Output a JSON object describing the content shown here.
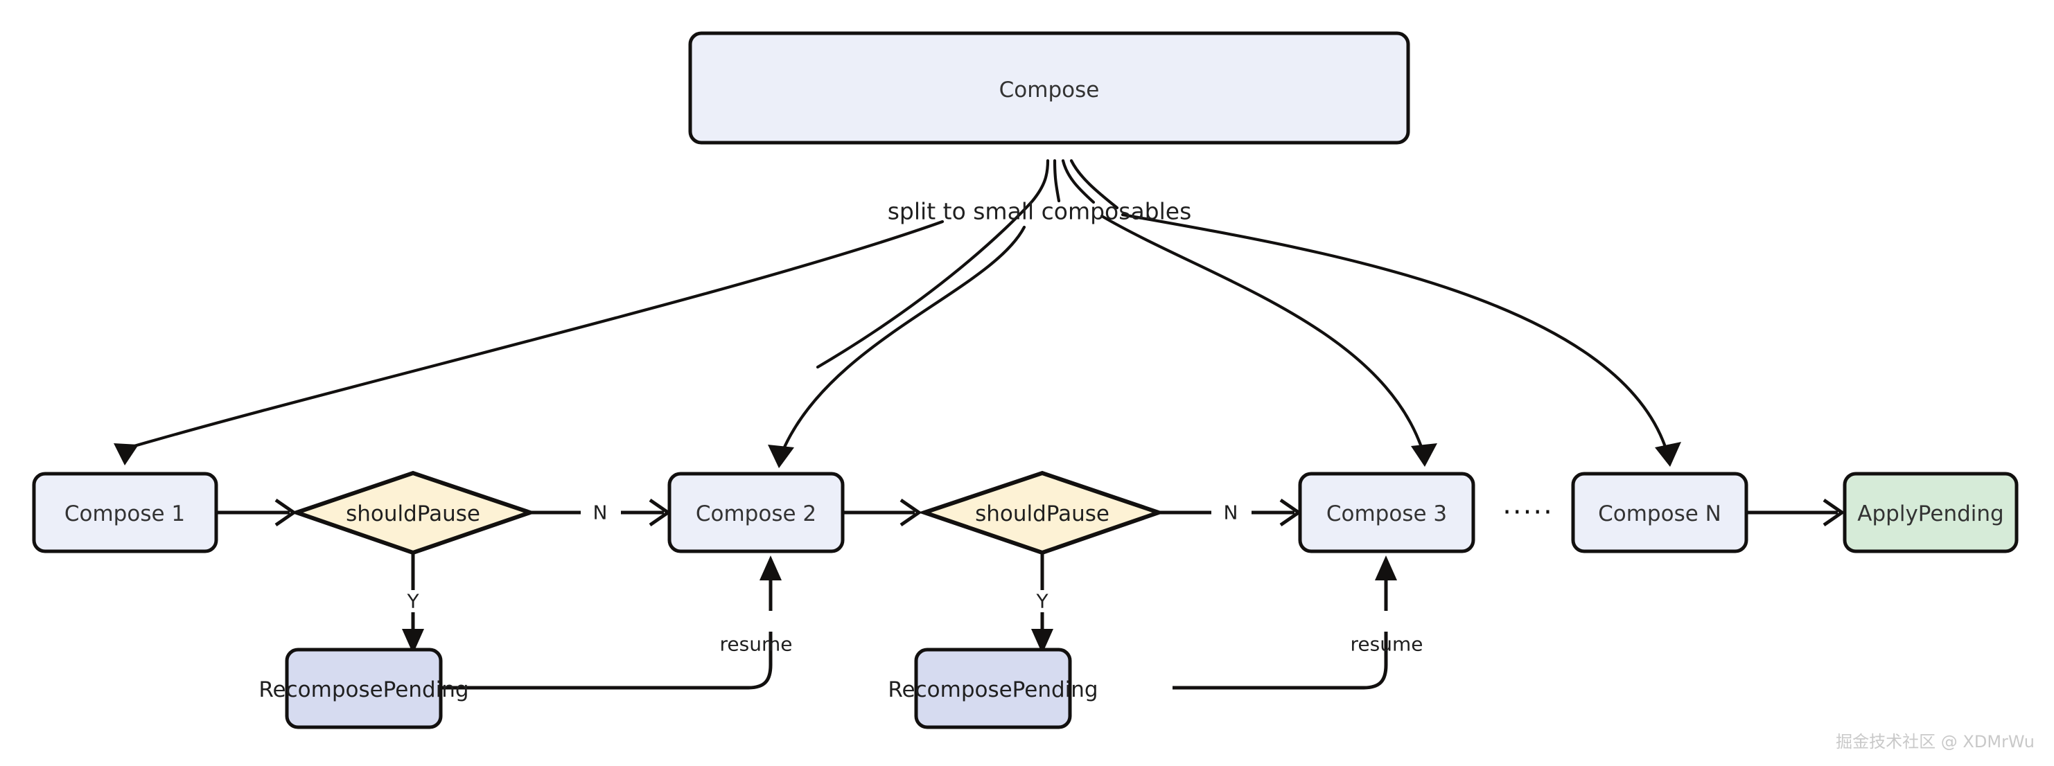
{
  "diagram": {
    "title": "Compose recomposition pause/resume flow",
    "colors": {
      "node_blue_fill": "#eceff9",
      "node_blue_stroke": "#12100f",
      "decision_fill": "#fdf2d5",
      "decision_stroke": "#12100f",
      "pending_fill": "#d6dbf0",
      "pending_stroke": "#12100f",
      "apply_fill": "#d6ebd8",
      "apply_stroke": "#12100f",
      "edge_color": "#12100f",
      "text_color": "#333333",
      "watermark_color": "#c9c9c9",
      "background": "#ffffff"
    },
    "root": {
      "label": "Compose"
    },
    "split_label": "split to small composables",
    "nodes": {
      "compose_1": "Compose 1",
      "compose_2": "Compose 2",
      "compose_3": "Compose 3",
      "compose_n": "Compose N",
      "apply_pending": "ApplyPending",
      "decision_1": "shouldPause",
      "decision_2": "shouldPause",
      "recompose_pending_1": "RecomposePending",
      "recompose_pending_2": "RecomposePending",
      "ellipsis": "·····"
    },
    "edge_labels": {
      "no_1": "N",
      "no_2": "N",
      "yes_1": "Y",
      "yes_2": "Y",
      "resume_1": "resume",
      "resume_2": "resume"
    },
    "watermark": "掘金技术社区 @ XDMrWu"
  }
}
